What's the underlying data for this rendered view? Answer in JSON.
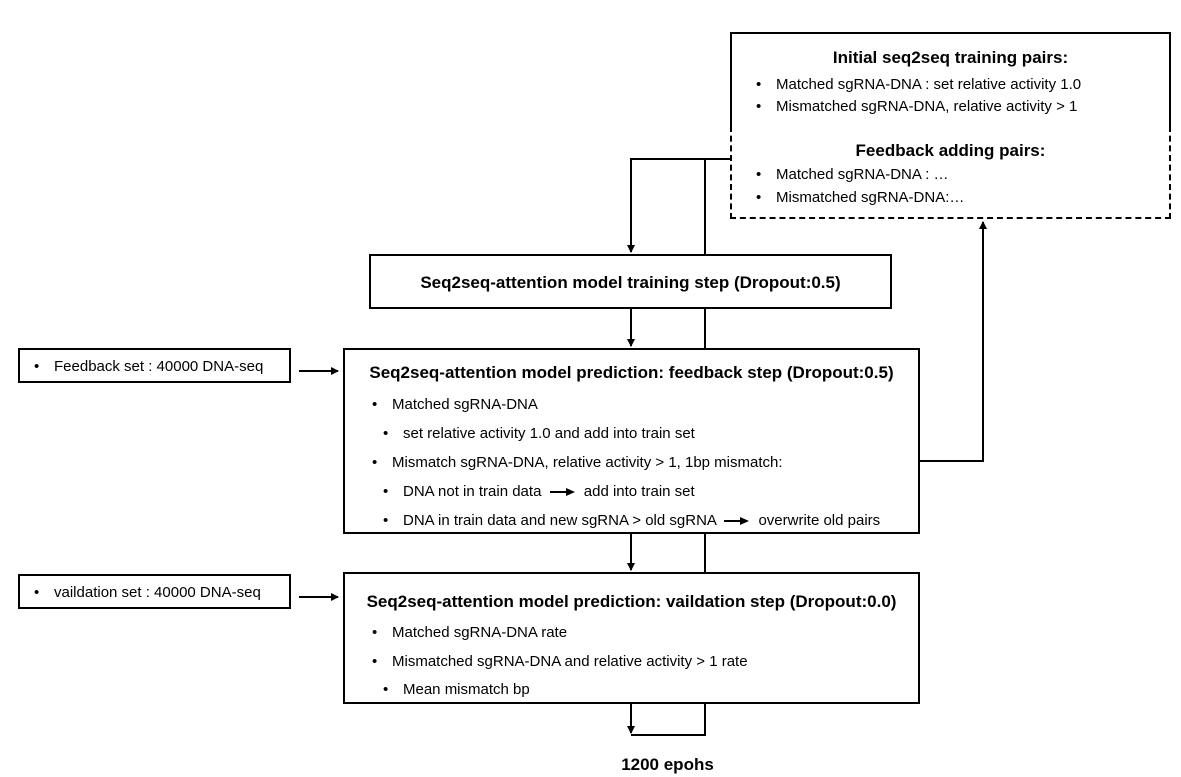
{
  "initial_pairs_box": {
    "title": "Initial seq2seq training pairs:",
    "items": [
      "Matched sgRNA-DNA : set relative activity 1.0",
      "Mismatched sgRNA-DNA, relative activity > 1"
    ]
  },
  "feedback_pairs_box": {
    "title": "Feedback adding pairs:",
    "items": [
      "Matched sgRNA-DNA : …",
      "Mismatched sgRNA-DNA:…"
    ]
  },
  "training_step_box": {
    "title": "Seq2seq-attention model training step (Dropout:0.5)"
  },
  "feedback_set_box": {
    "text": "Feedback set : 40000 DNA-seq"
  },
  "feedback_step_box": {
    "title": "Seq2seq-attention model prediction: feedback step (Dropout:0.5)",
    "items": [
      "Matched sgRNA-DNA",
      "set relative activity 1.0 and add into train set",
      "Mismatch sgRNA-DNA, relative activity > 1, 1bp mismatch:"
    ],
    "arrow_rows": [
      {
        "before": "DNA not in train data",
        "after": "add into train set"
      },
      {
        "before": "DNA in train data and new sgRNA > old sgRNA",
        "after": "overwrite old pairs"
      }
    ]
  },
  "validation_set_box": {
    "text": "vaildation set : 40000 DNA-seq"
  },
  "validation_step_box": {
    "title": "Seq2seq-attention model prediction: vaildation step (Dropout:0.0)",
    "items": [
      "Matched sgRNA-DNA rate",
      "Mismatched sgRNA-DNA and relative activity > 1 rate",
      "Mean mismatch bp"
    ]
  },
  "final_label": "1200 epohs",
  "bullet_char": "•"
}
